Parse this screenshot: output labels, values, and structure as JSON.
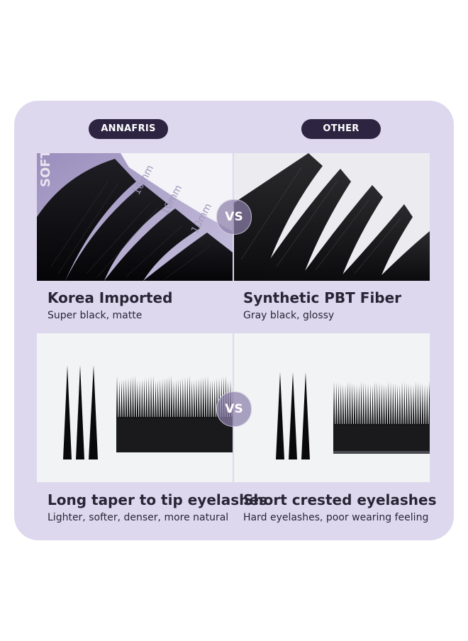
{
  "labels": {
    "left_brand": "ANNAFRIS",
    "right_brand": "OTHER",
    "vs_top": "VS",
    "vs_bottom": "VS"
  },
  "product_box": {
    "side_text": "SOFT",
    "length_label_1": "10mm",
    "length_label_2": "10mm",
    "length_label_3": "10mm"
  },
  "comparison_rows": [
    {
      "left": {
        "title": "Korea Imported",
        "subtitle": "Super black, matte"
      },
      "right": {
        "title": "Synthetic PBT Fiber",
        "subtitle": "Gray black, glossy"
      }
    },
    {
      "left": {
        "title": "Long taper to tip eyelashes",
        "subtitle": "Lighter, softer, denser, more natural"
      },
      "right": {
        "title": "Short crested eyelashes",
        "subtitle": "Hard eyelashes, poor wearing feeling"
      }
    }
  ],
  "colors": {
    "card_background": "#ddd8ee",
    "pill_background": "#2c2441",
    "text": "#2a2535",
    "vs_badge": "#8c80aa"
  }
}
